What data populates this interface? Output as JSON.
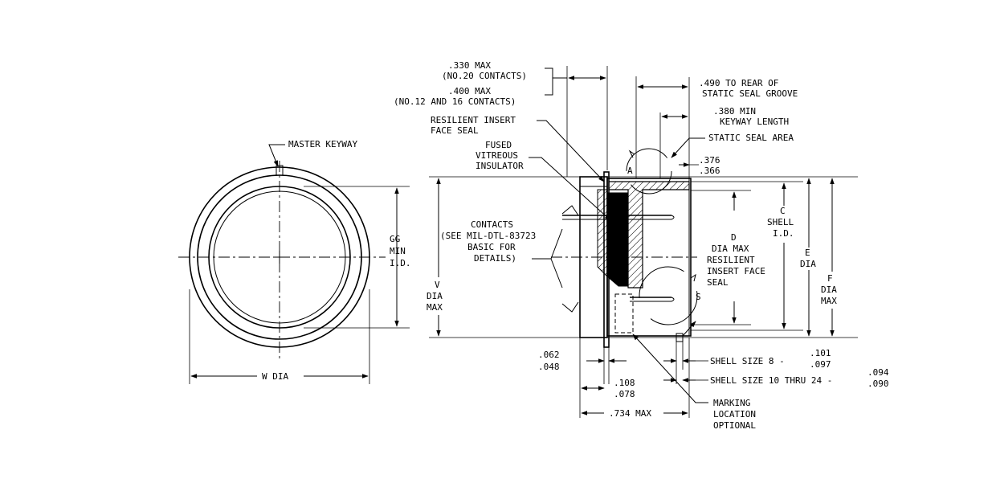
{
  "front_view": {
    "master_keyway": "MASTER KEYWAY",
    "gg_line1": "GG",
    "gg_line2": "MIN",
    "gg_line3": "I.D.",
    "w_dia": "W DIA"
  },
  "side_view": {
    "dim_330_line1": ".330 MAX",
    "dim_330_line2": "(NO.20 CONTACTS)",
    "dim_400_line1": ".400 MAX",
    "dim_400_line2": "(NO.12 AND 16 CONTACTS)",
    "dim_490_line1": ".490 TO REAR OF",
    "dim_490_line2": "STATIC SEAL GROOVE",
    "dim_380_line1": ".380 MIN",
    "dim_380_line2": "KEYWAY LENGTH",
    "static_seal_area": "STATIC SEAL AREA",
    "resilient_line1": "RESILIENT INSERT",
    "resilient_line2": "FACE SEAL",
    "fused_line1": "FUSED",
    "fused_line2": "VITREOUS",
    "fused_line3": "INSULATOR",
    "dim_376": ".376",
    "dim_366": ".366",
    "label_a": "A",
    "label_s": "S",
    "contacts_line1": "CONTACTS",
    "contacts_line2": "(SEE MIL-DTL-83723",
    "contacts_line3": "BASIC FOR",
    "contacts_line4": "DETAILS)",
    "v_line1": "V",
    "v_line2": "DIA",
    "v_line3": "MAX",
    "d_line1": "D",
    "d_line2": "DIA MAX",
    "d_line3": "RESILIENT",
    "d_line4": "INSERT FACE",
    "d_line5": "SEAL",
    "c_line1": "C",
    "c_line2": "SHELL",
    "c_line3": "I.D.",
    "e_line1": "E",
    "e_line2": "DIA",
    "f_line1": "F",
    "f_line2": "DIA",
    "f_line3": "MAX",
    "dim_062": ".062",
    "dim_048": ".048",
    "dim_108": ".108",
    "dim_078": ".078",
    "dim_734": ".734 MAX",
    "shell8_label": "SHELL SIZE 8 -",
    "shell8_top": ".101",
    "shell8_bot": ".097",
    "shell10_label": "SHELL SIZE 10 THRU 24 -",
    "shell10_top": ".094",
    "shell10_bot": ".090",
    "marking_line1": "MARKING",
    "marking_line2": "LOCATION",
    "marking_line3": "OPTIONAL"
  }
}
